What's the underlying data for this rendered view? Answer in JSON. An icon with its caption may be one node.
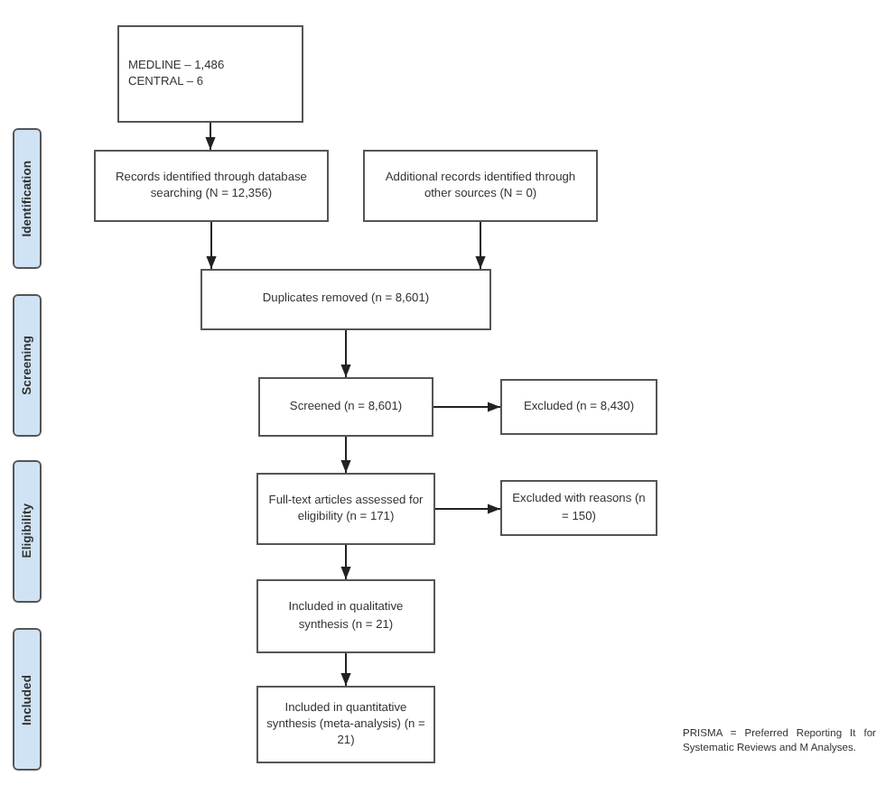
{
  "diagram": {
    "nodes": [
      {
        "text": [
          "MEDLINE – 1,486",
          "CENTRAL – 6"
        ]
      },
      {
        "text": [
          "Records identified through database searching (N = 12,356)"
        ]
      },
      {
        "text": [
          "Additional records identified through other sources (N = 0)"
        ]
      },
      {
        "text": [
          "Duplicates removed (n = 8,601)"
        ]
      },
      {
        "text": [
          "Screened (n = 8,601)"
        ]
      },
      {
        "text": [
          "Excluded (n = 8,430)"
        ]
      },
      {
        "text": [
          "Full-text articles assessed for eligibility (n = 171)"
        ]
      },
      {
        "text": [
          "Excluded with reasons (n = 150)"
        ]
      },
      {
        "text": [
          "Included in qualitative synthesis (n = 21)"
        ]
      },
      {
        "text": [
          "Included in quantitative synthesis (meta-analysis) (n = 21)"
        ]
      },
      {
        "text": [
          "Identification"
        ]
      },
      {
        "text": [
          "Screening"
        ]
      },
      {
        "text": [
          "Eligibility"
        ]
      },
      {
        "text": [
          "Included"
        ]
      }
    ],
    "edges": [
      {
        "from": 0,
        "to": 1,
        "arrow": "to"
      },
      {
        "from": 1,
        "to": 3,
        "arrow": "to"
      },
      {
        "from": 2,
        "to": 3,
        "arrow": "to"
      },
      {
        "from": 3,
        "to": 4,
        "arrow": "to"
      },
      {
        "from": 4,
        "to": 5,
        "arrow": "to"
      },
      {
        "from": 4,
        "to": 6,
        "arrow": "to"
      },
      {
        "from": 6,
        "to": 7,
        "arrow": "to"
      },
      {
        "from": 6,
        "to": 8,
        "arrow": "to"
      },
      {
        "from": 8,
        "to": 9,
        "arrow": "to"
      }
    ],
    "labels": [
      "PRISMA = Preferred Reporting It for Systematic Reviews and M Analyses."
    ]
  }
}
